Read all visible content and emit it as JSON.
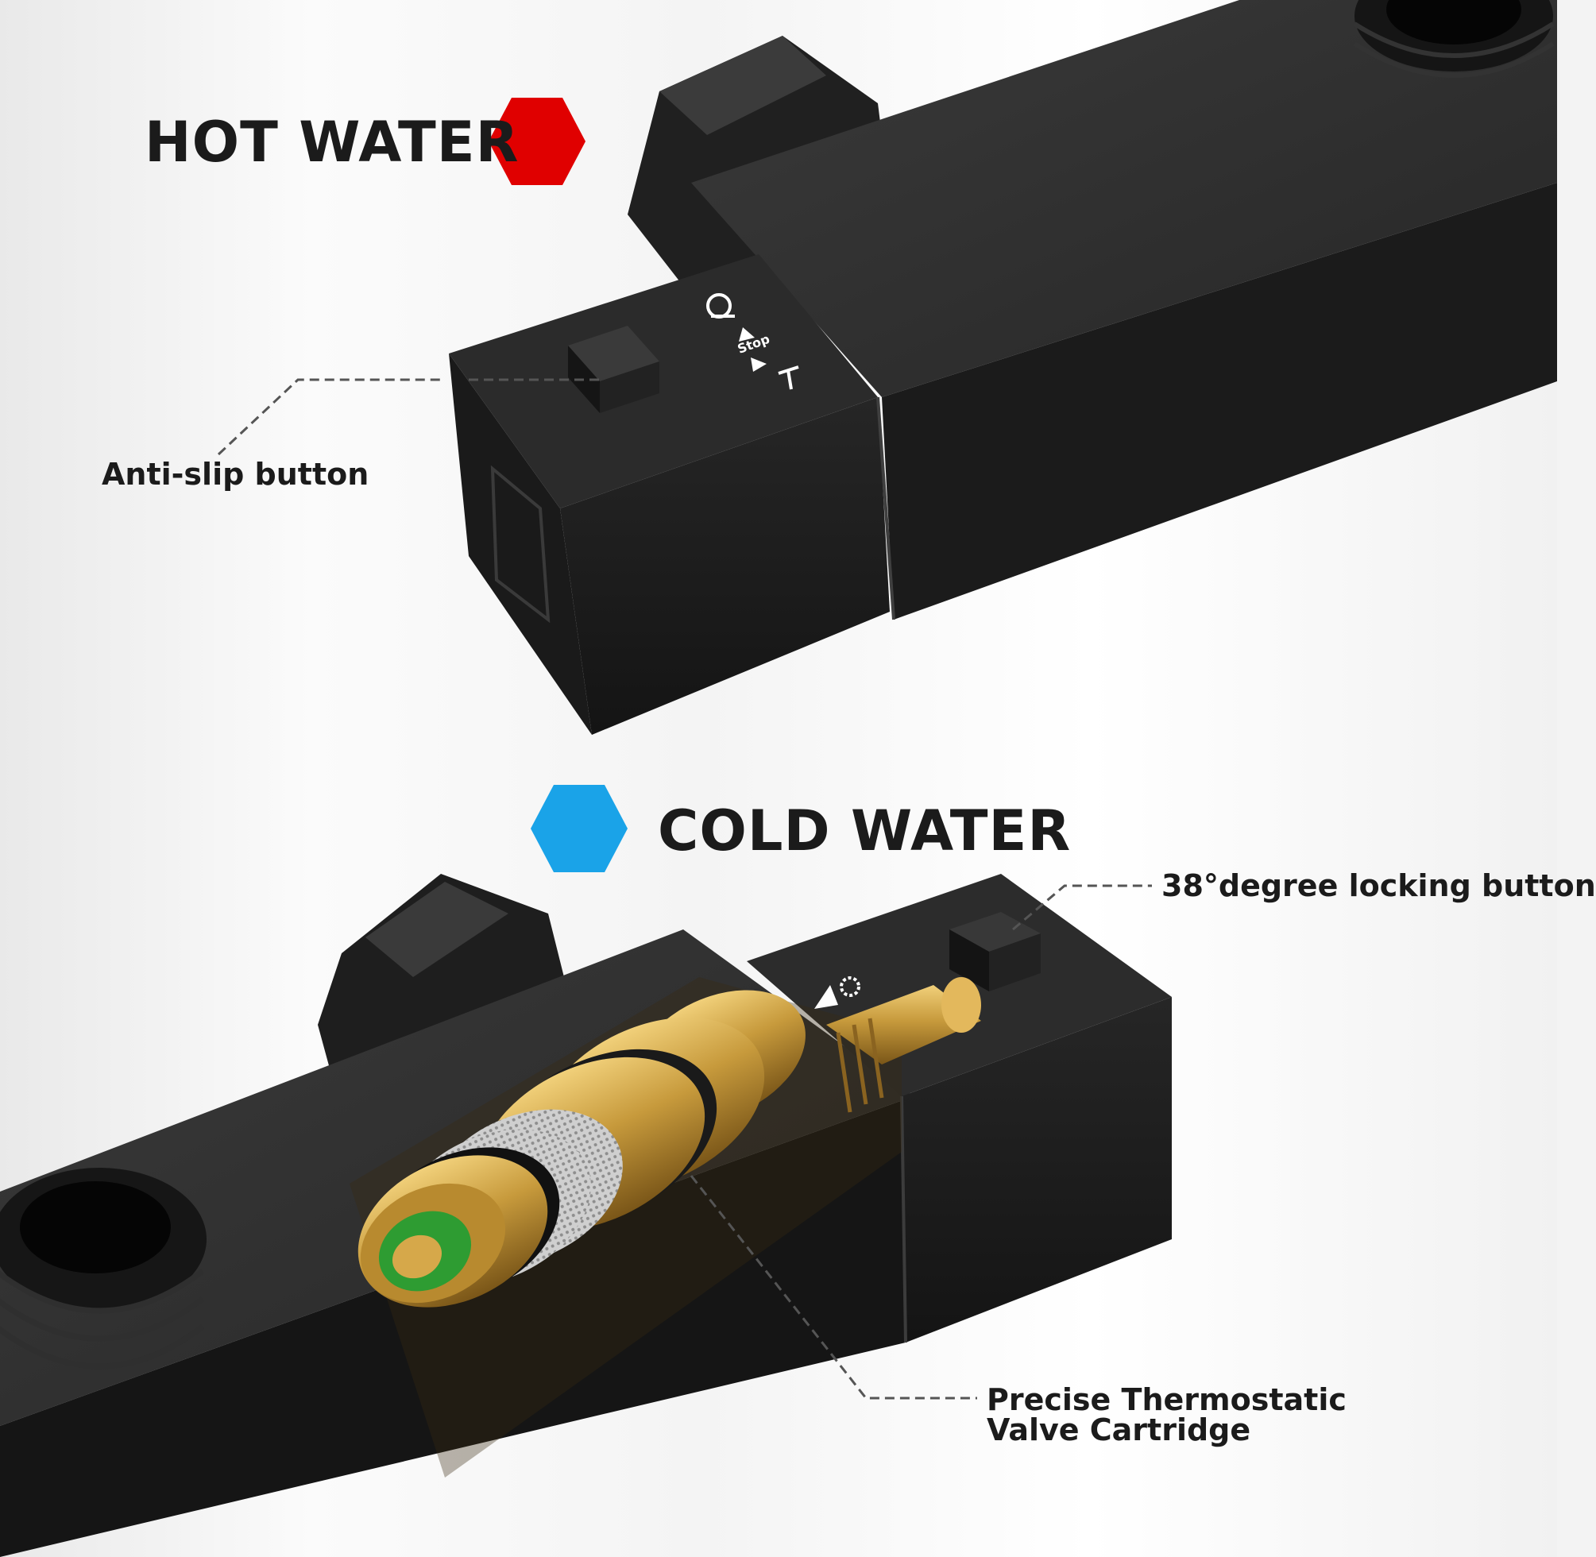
{
  "labels": {
    "hot_water": "HOT WATER",
    "cold_water": "COLD WATER",
    "anti_slip": "Anti-slip button",
    "locking": "38°degree locking button",
    "cartridge_line1": "Precise Thermostatic",
    "cartridge_line2": "Valve Cartridge",
    "stop": "Stop"
  },
  "icons": {
    "hot": "red-hexagon-icon",
    "cold": "blue-hexagon-icon",
    "shower_head": "shower-head-icon",
    "hand_shower": "hand-shower-icon"
  },
  "colors": {
    "hot": "#e00000",
    "cold": "#1aa3e8",
    "body": "#1e1e1e",
    "brass": "#c79a3c",
    "text": "#1b1b1b"
  }
}
